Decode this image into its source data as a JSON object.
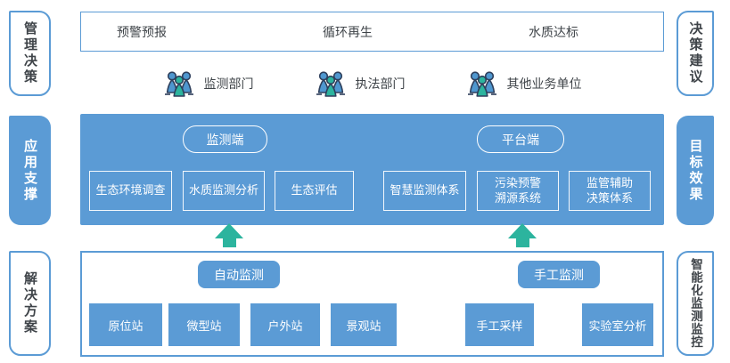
{
  "colors": {
    "primary_blue": "#5b9bd5",
    "teal_accent": "#2cb49e",
    "dark_text": "#3f4449",
    "white": "#ffffff"
  },
  "rails": {
    "left": [
      {
        "label": "管理决策"
      },
      {
        "label": "应用支撑"
      },
      {
        "label": "解决方案"
      }
    ],
    "right": [
      {
        "label": "决策建议"
      },
      {
        "label": "目标效果"
      },
      {
        "label": "智能化监测监控"
      }
    ]
  },
  "decision_layer": {
    "goals": [
      "预警预报",
      "循环再生",
      "水质达标"
    ],
    "departments": [
      {
        "label": "监测部门",
        "icon": "people-group-icon"
      },
      {
        "label": "执法部门",
        "icon": "people-group-icon"
      },
      {
        "label": "其他业务单位",
        "icon": "people-group-icon"
      }
    ]
  },
  "application_layer": {
    "monitor_tag": "监测端",
    "platform_tag": "平台端",
    "items": [
      "生态环境调查",
      "水质监测分析",
      "生态评估",
      "智慧监测体系",
      "污染预警\n溯源系统",
      "监管辅助\n决策体系"
    ]
  },
  "solution_layer": {
    "auto_tag": "自动监测",
    "manual_tag": "手工监测",
    "auto_items": [
      "原位站",
      "微型站",
      "户外站",
      "景观站"
    ],
    "manual_items": [
      "手工采样",
      "实验室分析"
    ]
  }
}
